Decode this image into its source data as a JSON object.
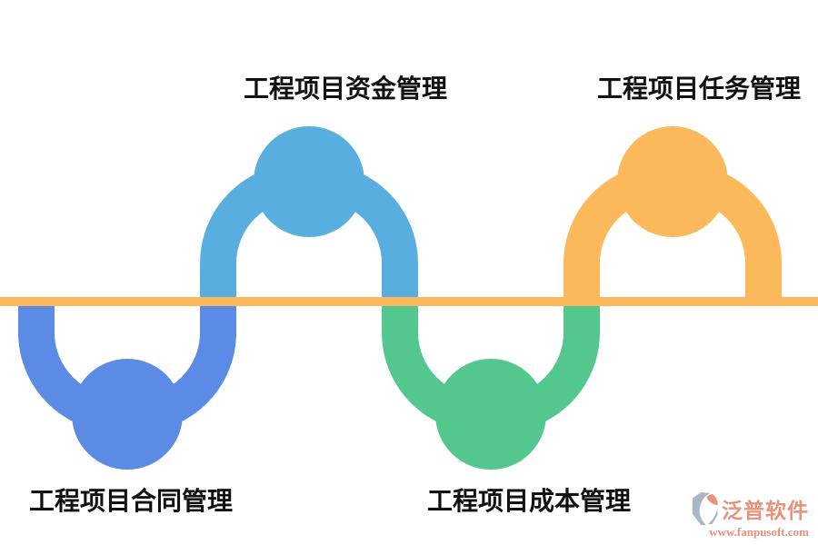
{
  "diagram": {
    "background": "#ffffff",
    "baseline_color": "#FBB95C",
    "label_color": "#111111",
    "nodes": [
      {
        "id": "funds",
        "label": "工程项目资金管理",
        "position": "top",
        "color": "#58AEDF"
      },
      {
        "id": "tasks",
        "label": "工程项目任务管理",
        "position": "top",
        "color": "#FBB95C"
      },
      {
        "id": "contract",
        "label": "工程项目合同管理",
        "position": "bottom",
        "color": "#5B8BE5"
      },
      {
        "id": "cost",
        "label": "工程项目成本管理",
        "position": "bottom",
        "color": "#53C78E"
      }
    ]
  },
  "watermark": {
    "brand": "泛普软件",
    "url": "www.fanpusoft.com",
    "text_color": "#E8917B",
    "icon_gray": "#A9B6C6",
    "icon_accent": "#E8947B"
  }
}
